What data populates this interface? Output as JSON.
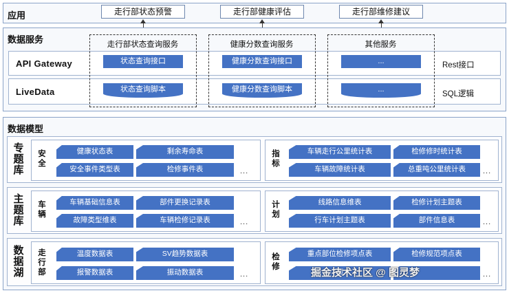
{
  "layers": {
    "application": {
      "title": "应用",
      "boxes": [
        "走行部状态预警",
        "走行部健康评估",
        "走行部维修建议"
      ]
    },
    "data_service": {
      "title": "数据服务",
      "services": [
        {
          "title": "走行部状态查询服务",
          "api": "状态查询接口",
          "script": "状态查询脚本"
        },
        {
          "title": "健康分数查询服务",
          "api": "健康分数查询接口",
          "script": "健康分数查询脚本"
        },
        {
          "title": "其他服务",
          "api": "...",
          "script": "..."
        }
      ],
      "rows": [
        {
          "label": "API Gateway",
          "right": "Rest接口"
        },
        {
          "label": "LiveData",
          "right": "SQL逻辑"
        }
      ]
    },
    "data_model": {
      "title": "数据模型",
      "categories": [
        {
          "label": [
            "专",
            "题",
            "库"
          ],
          "panels": [
            {
              "label": [
                "安",
                "全"
              ],
              "items": [
                "健康状态表",
                "剩余寿命表",
                "安全事件类型表",
                "检修事件表"
              ],
              "more": "..."
            },
            {
              "label": [
                "指",
                "标"
              ],
              "items": [
                "车辆走行公里统计表",
                "检修修时统计表",
                "车辆故障统计表",
                "总重吨公里统计表"
              ],
              "more": "..."
            }
          ]
        },
        {
          "label": [
            "主",
            "题",
            "库"
          ],
          "panels": [
            {
              "label": [
                "车",
                "辆"
              ],
              "items": [
                "车辆基础信息表",
                "部件更换记录表",
                "故障类型维表",
                "车辆检修记录表"
              ],
              "more": "..."
            },
            {
              "label": [
                "计",
                "划"
              ],
              "items": [
                "线路信息维表",
                "检修计划主题表",
                "行车计划主题表",
                "部件信息表"
              ],
              "more": "..."
            }
          ]
        },
        {
          "label": [
            "数",
            "据",
            "湖"
          ],
          "panels": [
            {
              "label": [
                "走",
                "行",
                "部"
              ],
              "items": [
                "温度数据表",
                "SV趋势数据表",
                "报警数据表",
                "振动数据表"
              ],
              "more": "..."
            },
            {
              "label": [
                "检",
                "修"
              ],
              "items": [
                "重点部位检修项点表",
                "检修规范项点表",
                "项",
                ""
              ],
              "more": "..."
            }
          ]
        }
      ]
    }
  },
  "watermark": "掘金技术社区 @ 图灵梦"
}
